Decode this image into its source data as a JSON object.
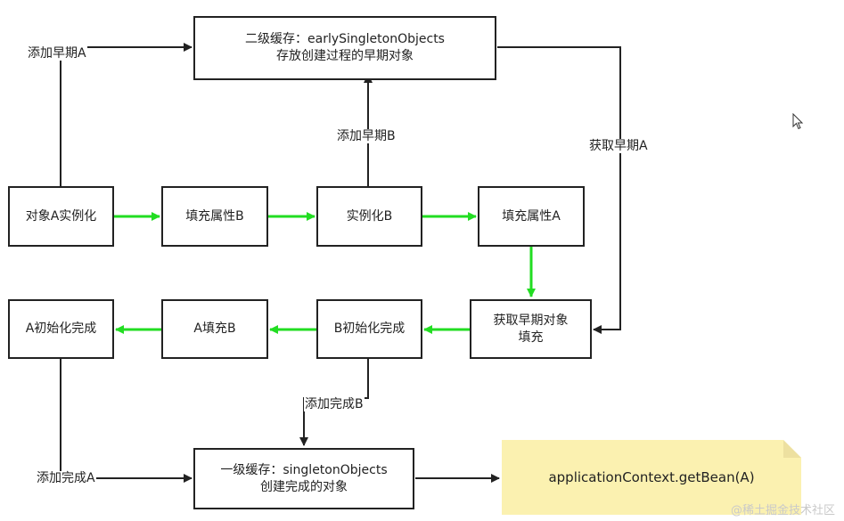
{
  "nodes": {
    "cache_l2": {
      "line1": "二级缓存：earlySingletonObjects",
      "line2": "存放创建过程的早期对象"
    },
    "instantiate_a": "对象A实例化",
    "fill_b": "填充属性B",
    "instantiate_b": "实例化B",
    "fill_a": "填充属性A",
    "get_early_fill": {
      "line1": "获取早期对象",
      "line2": "填充"
    },
    "b_done": "B初始化完成",
    "a_fill_b": "A填充B",
    "a_done": "A初始化完成",
    "cache_l1": {
      "line1": "一级缓存：singletonObjects",
      "line2": "创建完成的对象"
    }
  },
  "edge_labels": {
    "add_early_a": "添加早期A",
    "add_early_b": "添加早期B",
    "get_early_a": "获取早期A",
    "add_done_b": "添加完成B",
    "add_done_a": "添加完成A"
  },
  "note": {
    "text": "applicationContext.getBean(A)"
  },
  "watermark": "@稀土掘金技术社区",
  "colors": {
    "flow_arrow": "#22dd22",
    "line": "#222222",
    "note_fill": "#fbf1b0"
  }
}
